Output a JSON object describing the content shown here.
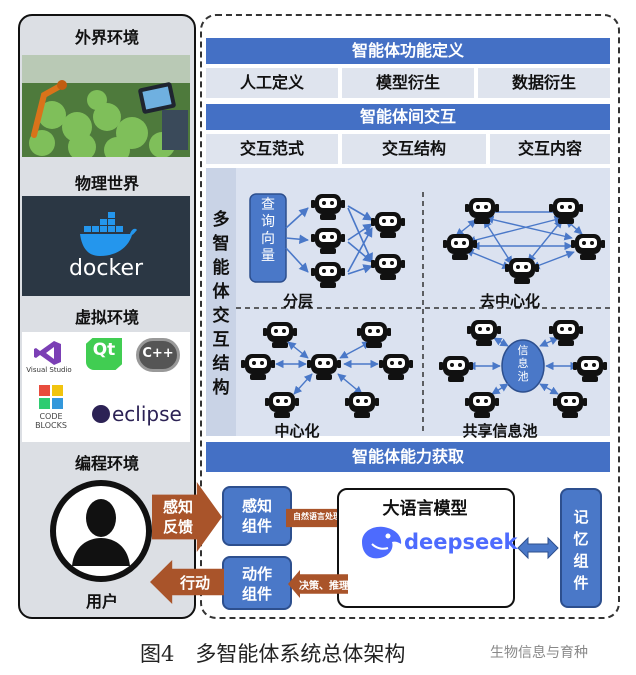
{
  "left": {
    "external_env": "外界环境",
    "physical_world": "物理世界",
    "docker_text": "docker",
    "virtual_env": "虚拟环境",
    "visual_studio": "Visual Studio",
    "qt": "Qt",
    "cpp": "C++",
    "code_blocks": "CODE BLOCKS",
    "eclipse": "eclipse",
    "programming_env": "编程环境",
    "user": "用户"
  },
  "right": {
    "func_def": "智能体功能定义",
    "human_def": "人工定义",
    "model_derived": "模型衍生",
    "data_derived": "数据衍生",
    "interaction": "智能体间交互",
    "paradigm": "交互范式",
    "structure": "交互结构",
    "content": "交互内容",
    "multi_struct_v": "多智能体交互结构",
    "query_v": "查询向量",
    "layered": "分层",
    "decentral": "去中心化",
    "central": "中心化",
    "shared_pool": "共享信息池",
    "pool_v": "信息池",
    "capability": "智能体能力获取",
    "perception_feedback": "感知反馈",
    "perception": "感知组件",
    "action_comp": "动作组件",
    "act": "行动",
    "nlp": "自然语言处理",
    "decision": "决策、推理",
    "llm": "大语言模型",
    "deepseek": "deepseek",
    "memory": "记忆组件"
  },
  "caption": "图4　多智能体系统总体架构",
  "watermark": "生物信息与育种",
  "colors": {
    "accent": "#4470c5",
    "panel": "#dbe2f0",
    "arrow": "#a9542a"
  }
}
